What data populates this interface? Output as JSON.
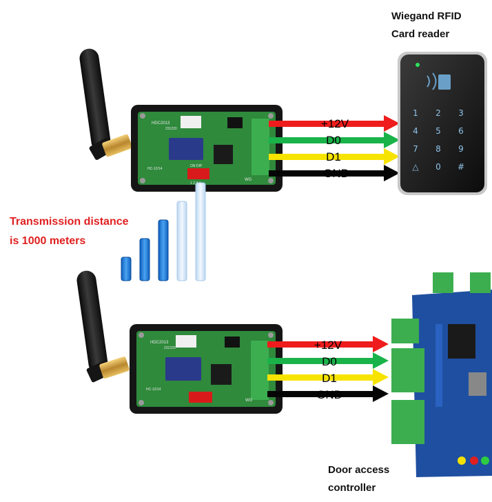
{
  "reader_title": {
    "line1": "Wiegand RFID",
    "line2": "Card reader"
  },
  "distance_text": {
    "line1": "Transmission distance",
    "line2": "is 1000 meters"
  },
  "controller_title": {
    "line1": "Door access",
    "line2": "controller"
  },
  "top_wires": [
    "+12V",
    "D0",
    "D1",
    "GND"
  ],
  "bottom_wires": [
    "+12V",
    "D0",
    "D1",
    "GND"
  ],
  "keypad": [
    "1",
    "2",
    "3",
    "4",
    "5",
    "6",
    "7",
    "8",
    "9",
    "△",
    "0",
    "#"
  ],
  "module_marks": {
    "model": "HDC2013",
    "sub": "231220",
    "hc": "HC-12/14",
    "dip_label": "ON  DIP",
    "dip_nums": "1  2  3  4",
    "wg": "WG"
  },
  "colors": {
    "red_wire": "#ee1c1c",
    "green_wire": "#19b34a",
    "yellow_wire": "#f7e300",
    "black_wire": "#050505",
    "pcb_green": "#2f8a3c",
    "controller_blue": "#1f4fa0",
    "terminal_green": "#3cae4f",
    "signal_blue": "#1e7ad9"
  },
  "signal_bars": [
    {
      "level": 1,
      "state": "filled"
    },
    {
      "level": 2,
      "state": "filled"
    },
    {
      "level": 3,
      "state": "filled"
    },
    {
      "level": 4,
      "state": "faded"
    },
    {
      "level": 5,
      "state": "faded"
    }
  ]
}
